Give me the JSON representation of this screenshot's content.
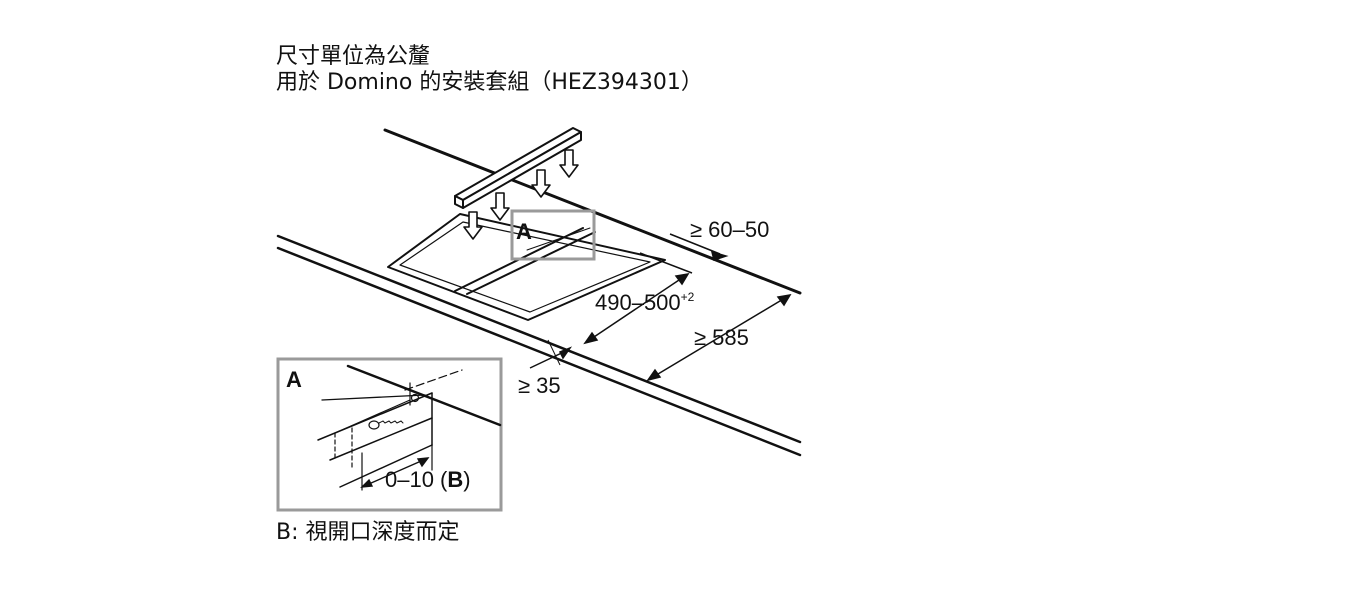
{
  "header": {
    "line1": "尺寸單位為公釐",
    "line2": "用於 Domino 的安裝套組（HEZ394301）"
  },
  "labels": {
    "detail_box_label": "A",
    "inset_label": "A",
    "dim_depth_back": "≥ 60–50",
    "dim_cutout": "490–500",
    "dim_cutout_sup": "+2",
    "dim_depth_total": "≥ 585",
    "dim_front": "≥ 35",
    "dim_inset_prefix": "0–10 (",
    "dim_inset_bold": "B",
    "dim_inset_suffix": ")"
  },
  "footnote": "B: 視開口深度而定",
  "colors": {
    "line": "#111111",
    "frame_gray": "#9a9a9a",
    "background": "#ffffff"
  }
}
